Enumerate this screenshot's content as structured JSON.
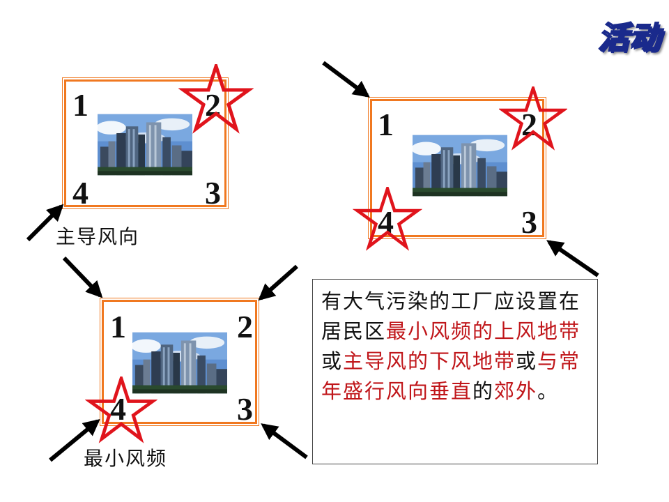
{
  "title": "活动",
  "panels": [
    {
      "n1": "1",
      "n2": "2",
      "n3": "3",
      "n4": "4"
    },
    {
      "n1": "1",
      "n2": "2",
      "n3": "3",
      "n4": "4"
    },
    {
      "n1": "1",
      "n2": "2",
      "n3": "3",
      "n4": "4"
    }
  ],
  "labels": {
    "prevailing_wind": "主导风向",
    "min_wind_frequency": "最小风频"
  },
  "note": {
    "segments": [
      {
        "text": "有大气污染的工厂应设置在居民区",
        "highlight": false
      },
      {
        "text": "最小风频的上风地带",
        "highlight": true
      },
      {
        "text": "或",
        "highlight": false
      },
      {
        "text": "主导风的下风地带",
        "highlight": true
      },
      {
        "text": "或",
        "highlight": false
      },
      {
        "text": "与常年盛行风向垂直",
        "highlight": true
      },
      {
        "text": "的",
        "highlight": false
      },
      {
        "text": "郊外",
        "highlight": true
      },
      {
        "text": "。",
        "highlight": false
      }
    ]
  },
  "colors": {
    "panel_border": "#f07820",
    "star_outline": "#e0141c",
    "highlight_text": "#c0161a",
    "title_outline": "#1a2a8c"
  },
  "icons": {
    "star": "star-outline-icon",
    "arrow": "wind-arrow-icon",
    "photo": "city-skyline-photo"
  }
}
